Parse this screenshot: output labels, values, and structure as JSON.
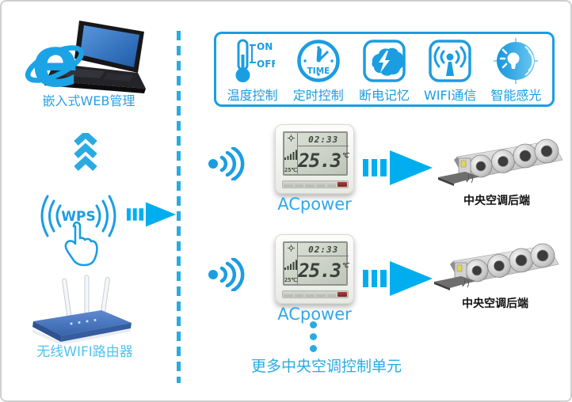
{
  "colors": {
    "primary_blue": "#1B9DE2",
    "arrow_cyan": "#00AEEF",
    "dash_blue": "#29ABE2",
    "router_label_blue": "#4FC3F0",
    "acpower_blue": "#2FA8E8",
    "web_label_blue": "#2B9FE3",
    "unit_label_black": "#111111",
    "lcd_background": "#c9cfc2"
  },
  "left": {
    "web_label": "嵌入式WEB管理",
    "wps": "WPS",
    "router_label": "无线WIFI路由器"
  },
  "features": {
    "on": "ON",
    "off": "OFF",
    "time": "TIME",
    "items": [
      {
        "icon": "thermometer-on-off-icon",
        "label": "温度控制"
      },
      {
        "icon": "timer-clock-icon",
        "label": "定时控制"
      },
      {
        "icon": "memory-brain-icon",
        "label": "断电记忆"
      },
      {
        "icon": "wifi-antenna-icon",
        "label": "WIFI通信"
      },
      {
        "icon": "light-sensor-icon",
        "label": "智能感光"
      }
    ]
  },
  "thermostat": {
    "time": "02:33",
    "temp": "25.3",
    "unit": "℃",
    "side_temp": "25℃"
  },
  "rows": [
    {
      "device_label": "ACpower",
      "unit_label": "中央空调后端"
    },
    {
      "device_label": "ACpower",
      "unit_label": "中央空调后端"
    }
  ],
  "more_units_label": "更多中央空调控制单元"
}
